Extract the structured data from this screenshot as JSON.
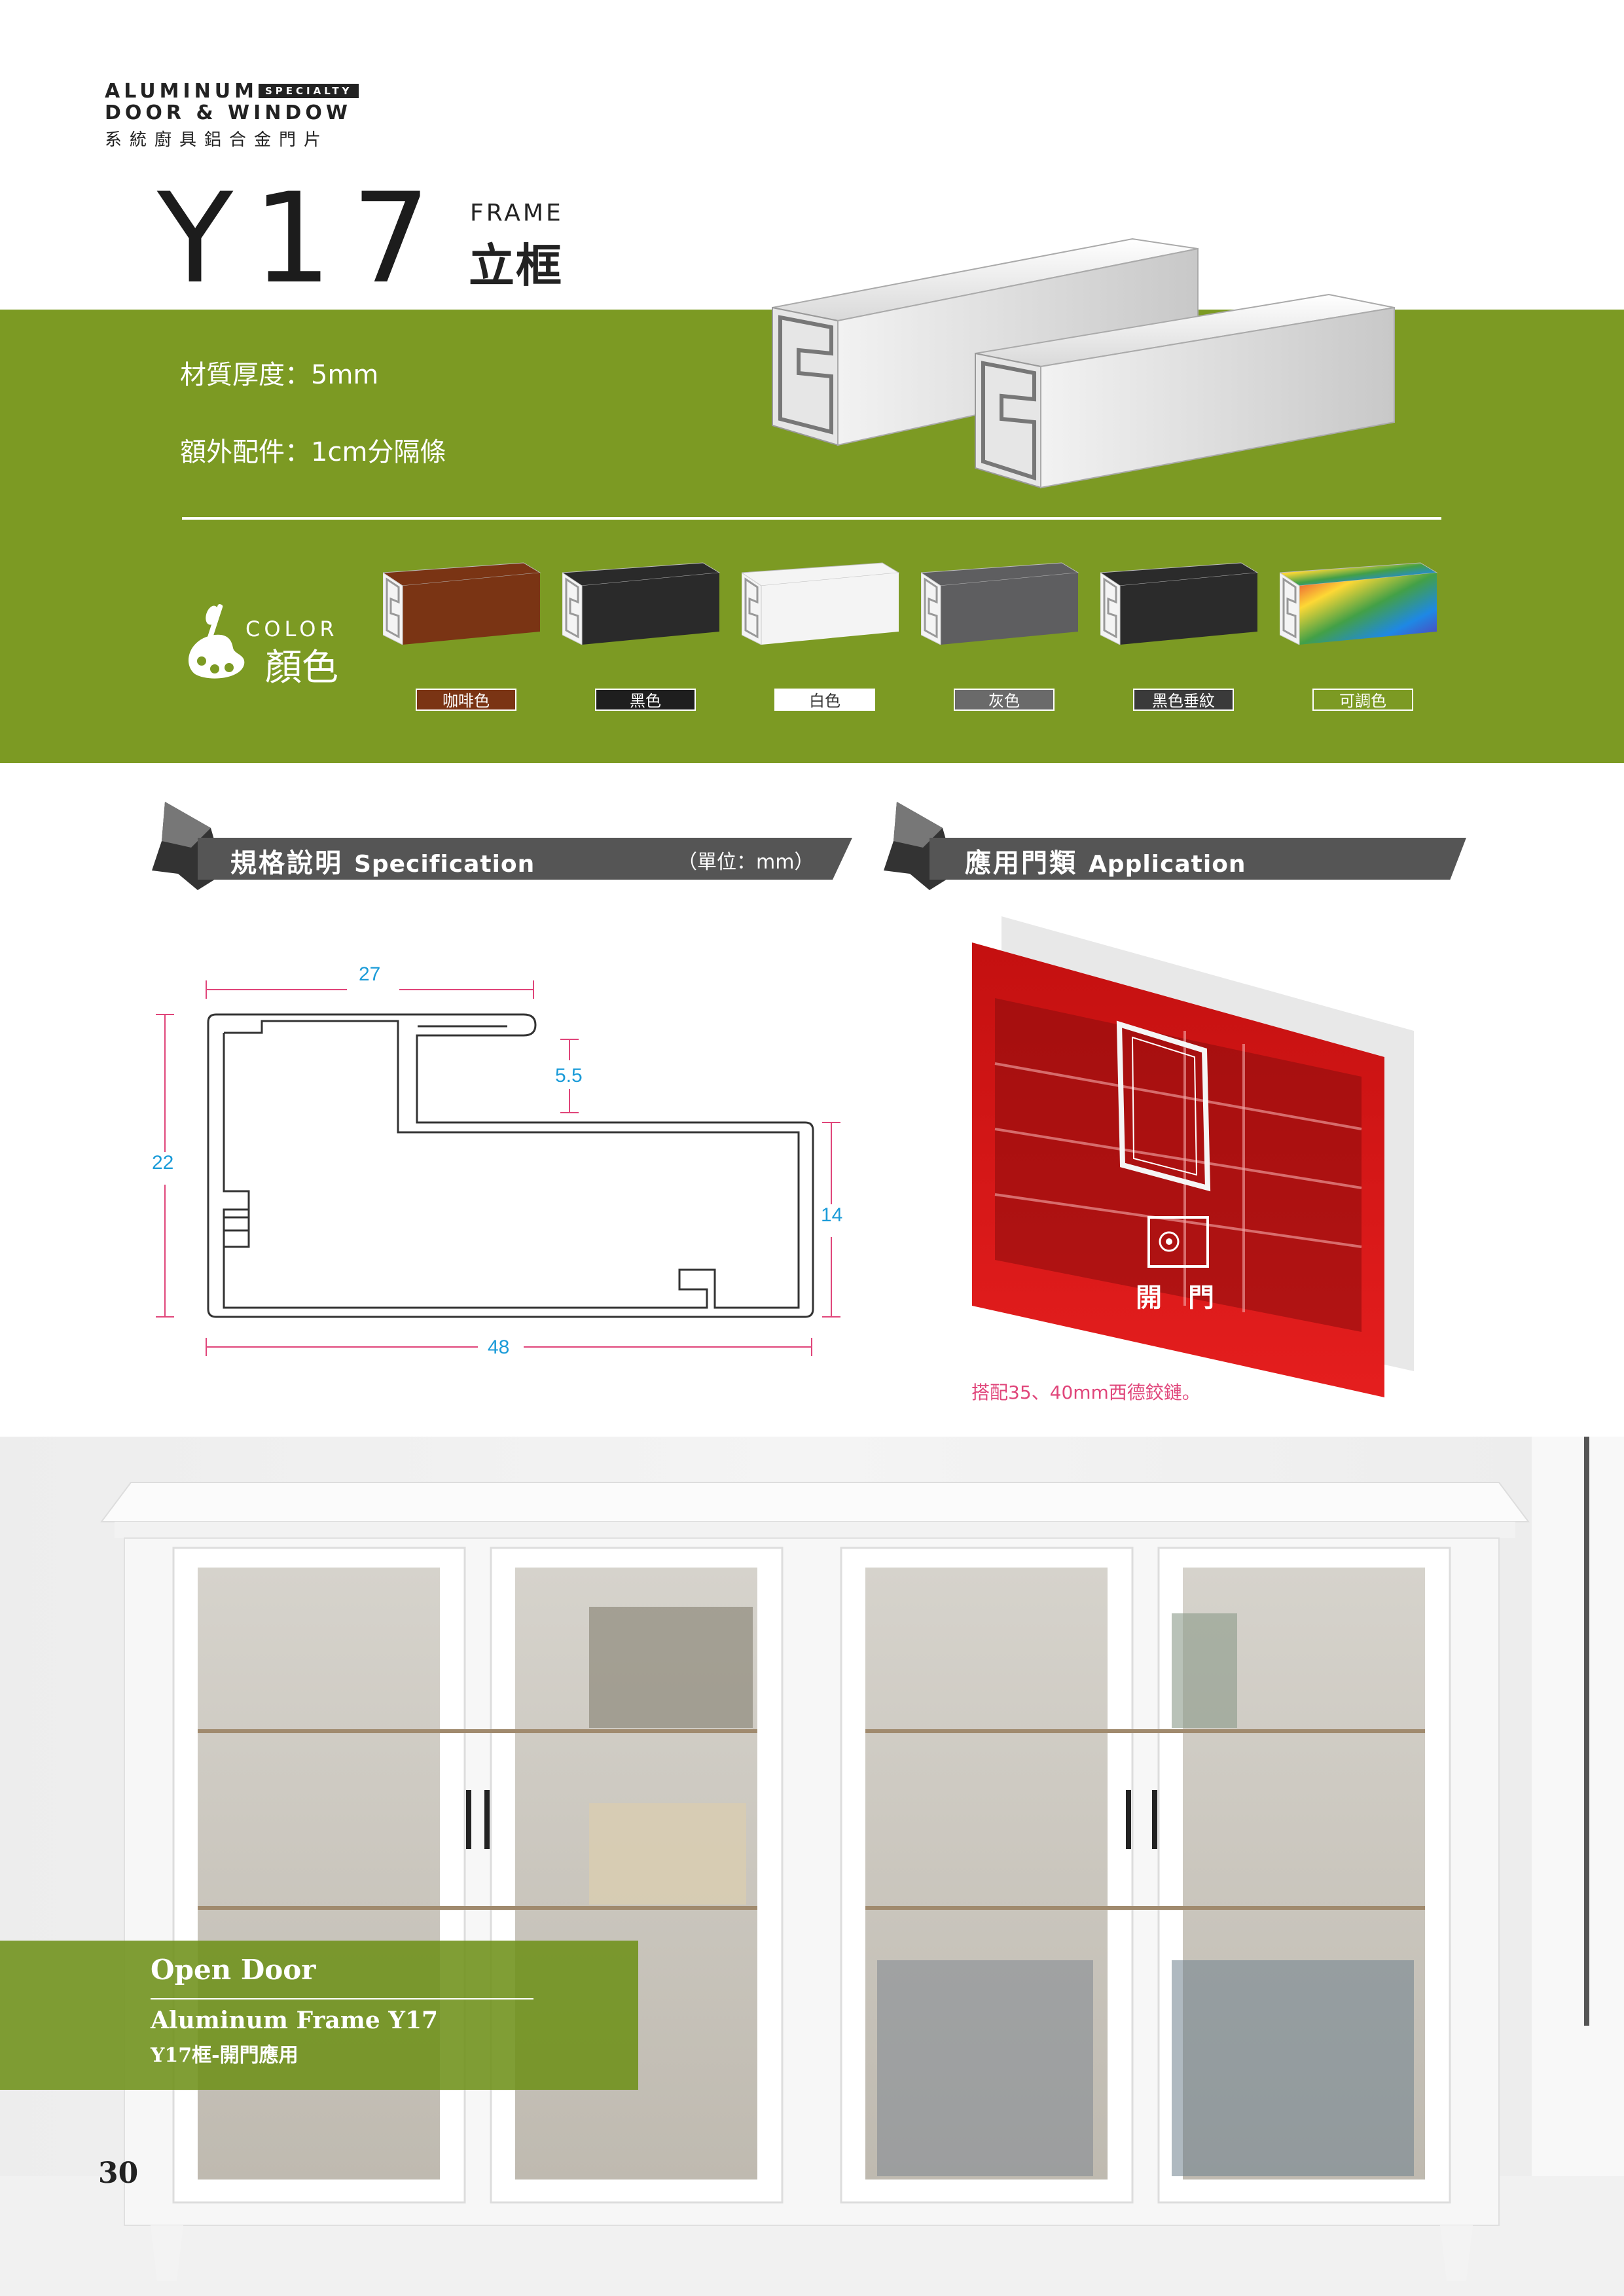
{
  "header": {
    "brand_line1": "ALUMINUM",
    "brand_tag": "SPECIALTY",
    "brand_line2": "DOOR & WINDOW",
    "brand_zh": "系統廚具鋁合金門片"
  },
  "product": {
    "model": "Y17",
    "type_en": "FRAME",
    "type_zh": "立框"
  },
  "specs": {
    "thickness": "材質厚度：5mm",
    "accessory": "額外配件：1cm分隔條"
  },
  "colors": {
    "heading_en": "COLOR",
    "heading_zh": "顏色",
    "items": [
      {
        "label": "咖啡色",
        "fill": "#7a3414",
        "bg": "#7a3414",
        "text": "#ffffff"
      },
      {
        "label": "黑色",
        "fill": "#2a2a2a",
        "bg": "#1e1e1e",
        "text": "#ffffff"
      },
      {
        "label": "白色",
        "fill": "#f4f4f4",
        "bg": "#ffffff",
        "text": "#333333"
      },
      {
        "label": "灰色",
        "fill": "#5e5e60",
        "bg": "#6a6a6a",
        "text": "#ffffff"
      },
      {
        "label": "黑色垂紋",
        "fill": "#2b2b2b",
        "bg": "#3a3a3a",
        "text": "#ffffff"
      },
      {
        "label": "可調色",
        "fill": "rainbow",
        "bg": "#7c9a23",
        "text": "#ffffff"
      }
    ]
  },
  "spec_section": {
    "title_zh": "規格說明",
    "title_en": "Specification",
    "unit": "（單位：mm）",
    "dims": {
      "top": "27",
      "notch": "5.5",
      "left": "22",
      "right": "14",
      "bottom": "48"
    }
  },
  "app_section": {
    "title_zh": "應用門類",
    "title_en": "Application",
    "door_type": "開　門",
    "note": "搭配35、40mm西德鉸鏈。"
  },
  "photo": {
    "caption_title": "Open Door",
    "caption_sub": "Aluminum Frame Y17",
    "caption_zh": "Y17框-開門應用"
  },
  "page_number": "30",
  "accent_colors": {
    "green": "#7c9a23",
    "dimension_blue": "#1a9bd8",
    "dimension_arrow": "#e0457a",
    "app_red": "#d41a1a"
  }
}
